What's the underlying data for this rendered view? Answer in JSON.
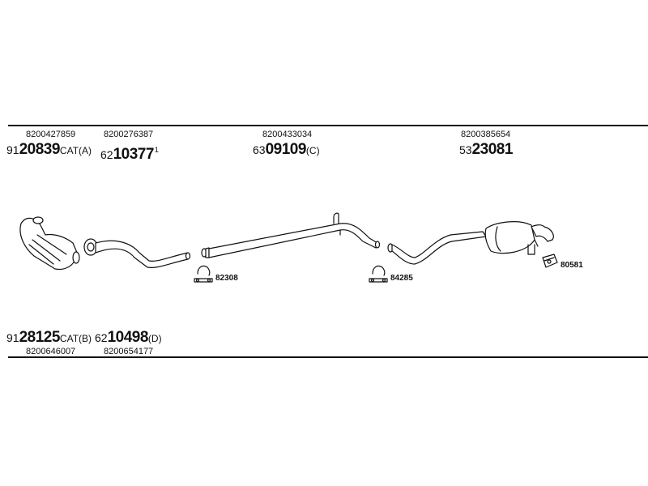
{
  "top_parts": [
    {
      "oe": "8200427859",
      "prefix": "91",
      "number": "20839",
      "suffix": "CAT(A)",
      "sup": ""
    },
    {
      "oe": "8200276387",
      "prefix": "62",
      "number": "10377",
      "suffix": "",
      "sup": "1"
    },
    {
      "oe": "8200433034",
      "prefix": "63",
      "number": "09109",
      "suffix": "(C)",
      "sup": ""
    },
    {
      "oe": "8200385654",
      "prefix": "53",
      "number": "23081",
      "suffix": "",
      "sup": ""
    }
  ],
  "bottom_parts": [
    {
      "oe": "8200646007",
      "prefix": "91",
      "number": "28125",
      "suffix": "CAT(B)",
      "sup": ""
    },
    {
      "oe": "8200654177",
      "prefix": "62",
      "number": "10498",
      "suffix": "(D)",
      "sup": ""
    }
  ],
  "fittings": [
    {
      "label": "82308",
      "icon": "clamp-icon"
    },
    {
      "label": "84285",
      "icon": "clamp-icon"
    },
    {
      "label": "80581",
      "icon": "rubber-mount-icon"
    }
  ],
  "colors": {
    "line": "#111111",
    "part_fill": "#ffffff"
  }
}
